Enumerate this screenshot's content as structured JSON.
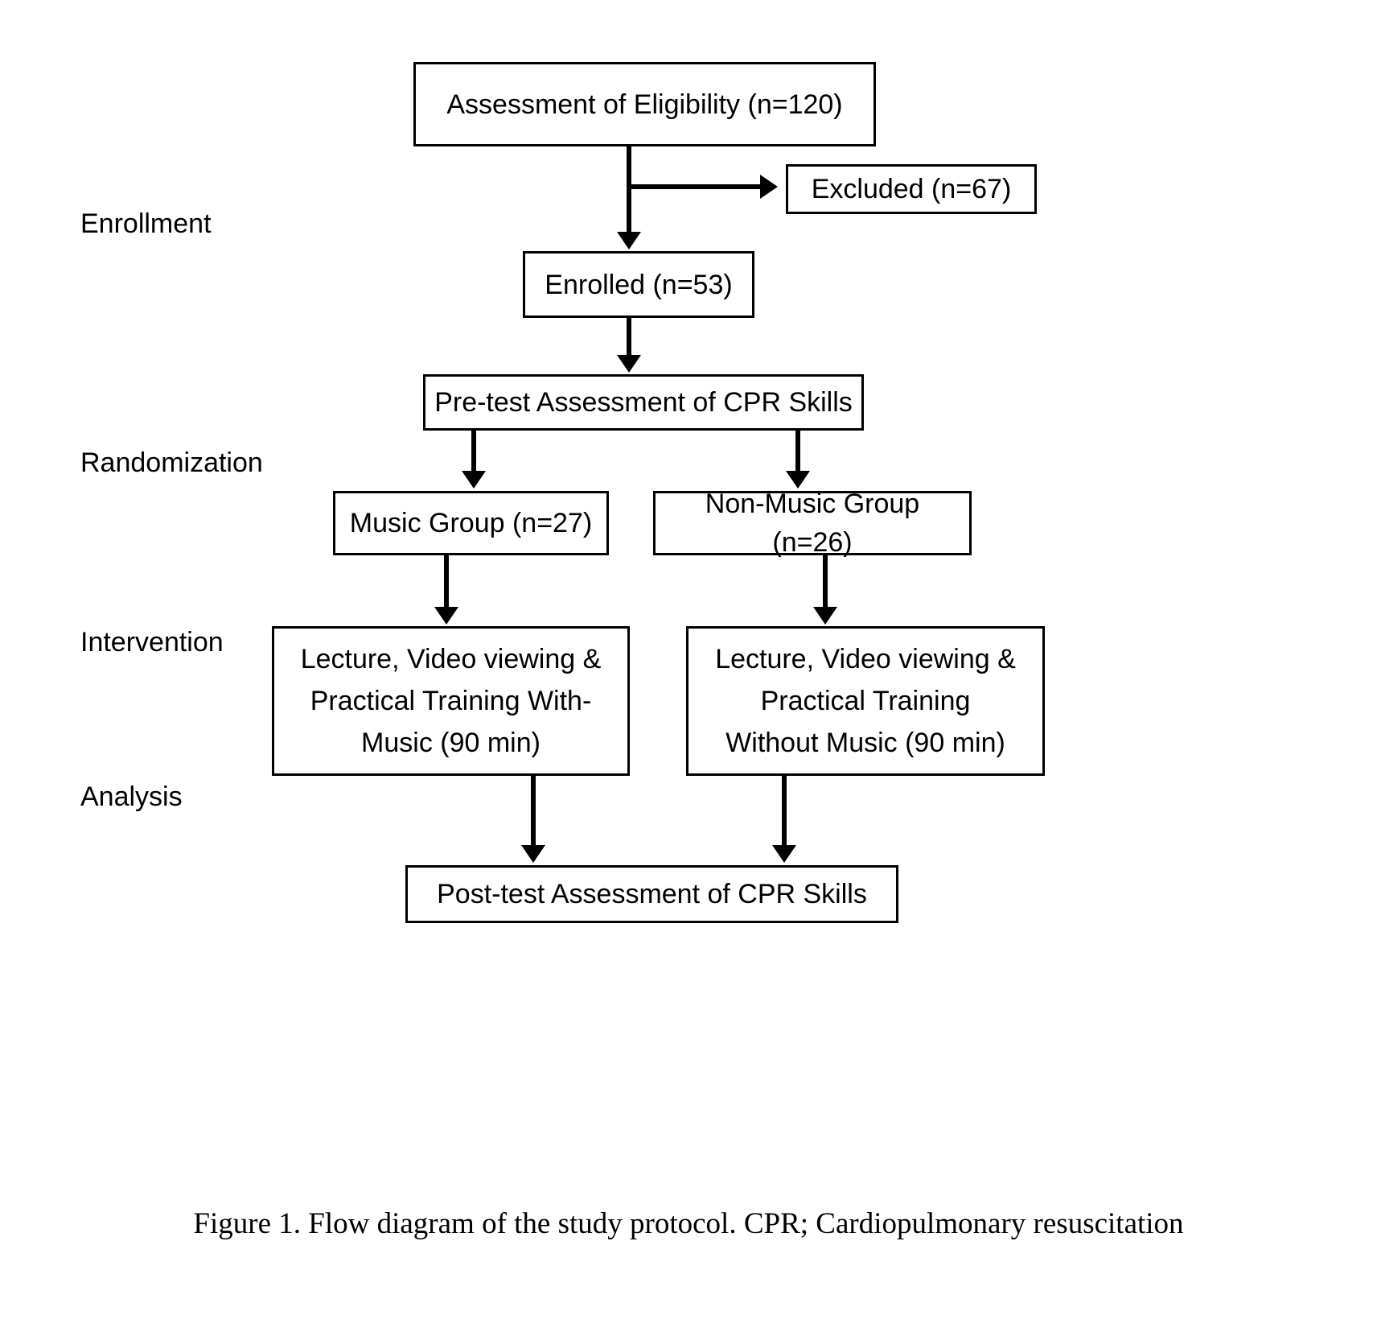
{
  "figure": {
    "caption": "Figure 1. Flow diagram of the study protocol. CPR; Cardiopulmonary resuscitation",
    "background_color": "#ffffff",
    "line_color": "#000000",
    "text_color": "#000000"
  },
  "stages": [
    {
      "id": "enrollment",
      "label": "Enrollment"
    },
    {
      "id": "randomization",
      "label": "Randomization"
    },
    {
      "id": "intervention",
      "label": "Intervention"
    },
    {
      "id": "analysis",
      "label": "Analysis"
    }
  ],
  "nodes": {
    "eligibility": {
      "label": "Assessment of Eligibility (n=120)",
      "n": 120
    },
    "excluded": {
      "label": "Excluded (n=67)",
      "n": 67
    },
    "enrolled": {
      "label": "Enrolled (n=53)",
      "n": 53
    },
    "pretest": {
      "label": "Pre-test Assessment of CPR Skills"
    },
    "music_group": {
      "label": "Music Group (n=27)",
      "n": 27
    },
    "nonmusic_group": {
      "label": "Non-Music Group (n=26)",
      "n": 26
    },
    "music_training": {
      "label": "Lecture, Video viewing &\nPractical Training With-\nMusic (90 min)",
      "duration": "90 min"
    },
    "nonmusic_training": {
      "label": "Lecture, Video viewing &\nPractical Training\nWithout Music (90 min)",
      "duration": "90 min"
    },
    "posttest": {
      "label": "Post-test Assessment of CPR Skills"
    }
  },
  "chart_data": {
    "type": "diagram",
    "title": "Flow diagram of the study protocol",
    "flow": [
      {
        "from": "eligibility",
        "to": "excluded",
        "direction": "right"
      },
      {
        "from": "eligibility",
        "to": "enrolled",
        "direction": "down"
      },
      {
        "from": "enrolled",
        "to": "pretest",
        "direction": "down"
      },
      {
        "from": "pretest",
        "to": "music_group",
        "direction": "down"
      },
      {
        "from": "pretest",
        "to": "nonmusic_group",
        "direction": "down"
      },
      {
        "from": "music_group",
        "to": "music_training",
        "direction": "down"
      },
      {
        "from": "nonmusic_group",
        "to": "nonmusic_training",
        "direction": "down"
      },
      {
        "from": "music_training",
        "to": "posttest",
        "direction": "down"
      },
      {
        "from": "nonmusic_training",
        "to": "posttest",
        "direction": "down"
      }
    ],
    "counts": {
      "assessed": 120,
      "excluded": 67,
      "enrolled": 53,
      "music_group": 27,
      "non_music_group": 26
    }
  }
}
